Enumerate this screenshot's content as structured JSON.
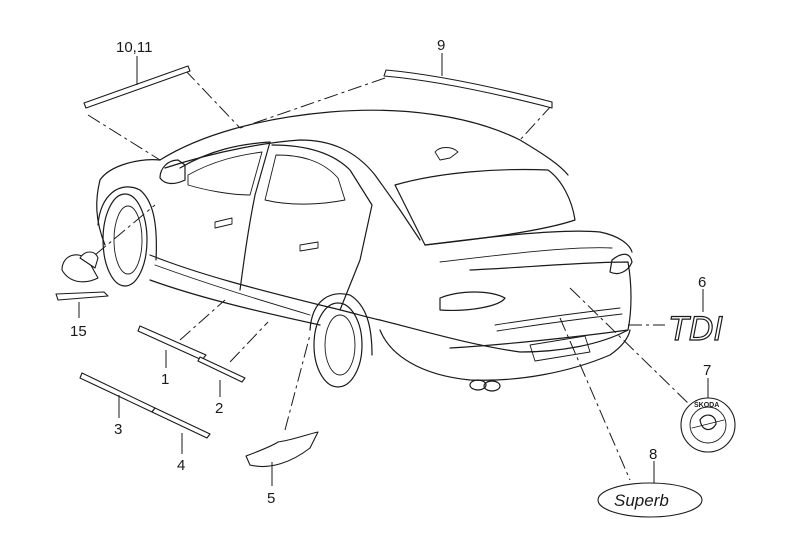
{
  "labels": {
    "p1": "1",
    "p2": "2",
    "p3": "3",
    "p4": "4",
    "p5": "5",
    "p6": "6",
    "p7": "7",
    "p8": "8",
    "p9": "9",
    "p10_11": "10,11",
    "p15": "15"
  },
  "badges": {
    "tdi": "TDI",
    "superb": "Superb",
    "emblem": "ŠKODA"
  }
}
